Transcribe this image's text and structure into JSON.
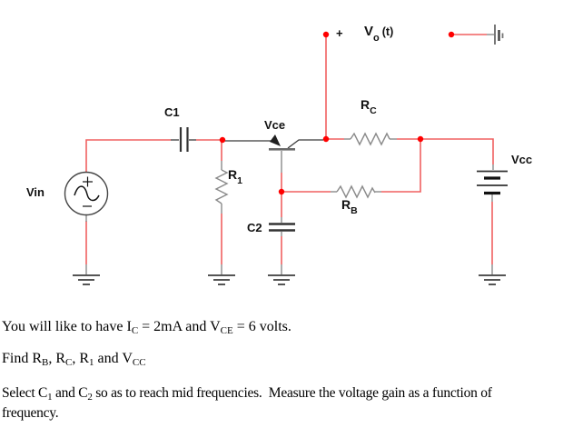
{
  "colors": {
    "wire_red": "#f06060",
    "node_dot_red": "#ff0000",
    "component_dark": "#3a3a3a",
    "lead_gray": "#8a8a8a",
    "text": "#000000"
  },
  "circuit": {
    "labels": {
      "vin": "Vin",
      "c1": "C1",
      "vce": "Vce",
      "r1_main": "R",
      "r1_sub": "1",
      "c2": "C2",
      "rc_main": "R",
      "rc_sub": "C",
      "rb_main": "R",
      "rb_sub": "B",
      "vcc": "Vcc",
      "vo_plus": "+",
      "vo_main": "V",
      "vo_sub": "o",
      "vo_t": "(t)"
    },
    "icons": {
      "source": "ac-source-icon",
      "grounds": "ground-icon",
      "battery": "battery-icon",
      "transistor": "bjt-transistor-icon"
    }
  },
  "text": {
    "p1": {
      "t1": "You will like to have I",
      "s1": "C",
      "t2": " = 2mA and V",
      "s2": "CE",
      "t3": " = 6 volts."
    },
    "p2": {
      "t1": "Find R",
      "s1": "B",
      "t2": ", R",
      "s2": "C",
      "t3": ", R",
      "s3": "1",
      "t4": " and V",
      "s4": "CC"
    },
    "p3": {
      "t1": "Select C",
      "s1": "1",
      "t2": " and C",
      "s2": "2",
      "t3": " so as to reach mid frequencies.  Measure the voltage gain as a function of",
      "t4": "frequency."
    }
  }
}
